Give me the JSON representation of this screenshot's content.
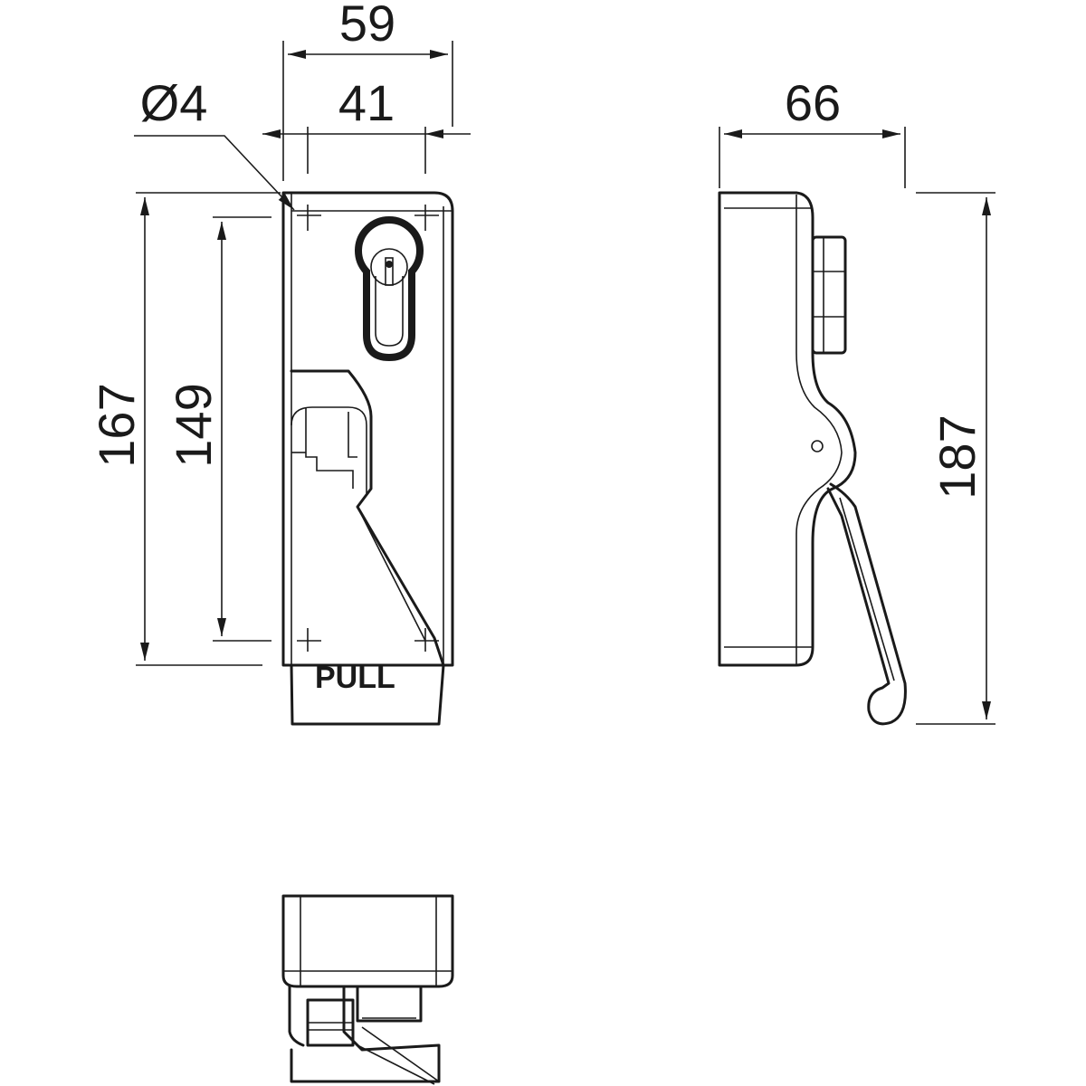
{
  "drawing": {
    "front_view": {
      "width_overall": "59",
      "hole_spacing_horizontal": "41",
      "hole_diameter": "Ø4",
      "height_overall": "167",
      "hole_spacing_vertical": "149",
      "lever_label": "PULL"
    },
    "side_view": {
      "depth": "66",
      "height_with_lever": "187"
    },
    "line_color": "#1a1a1a"
  }
}
